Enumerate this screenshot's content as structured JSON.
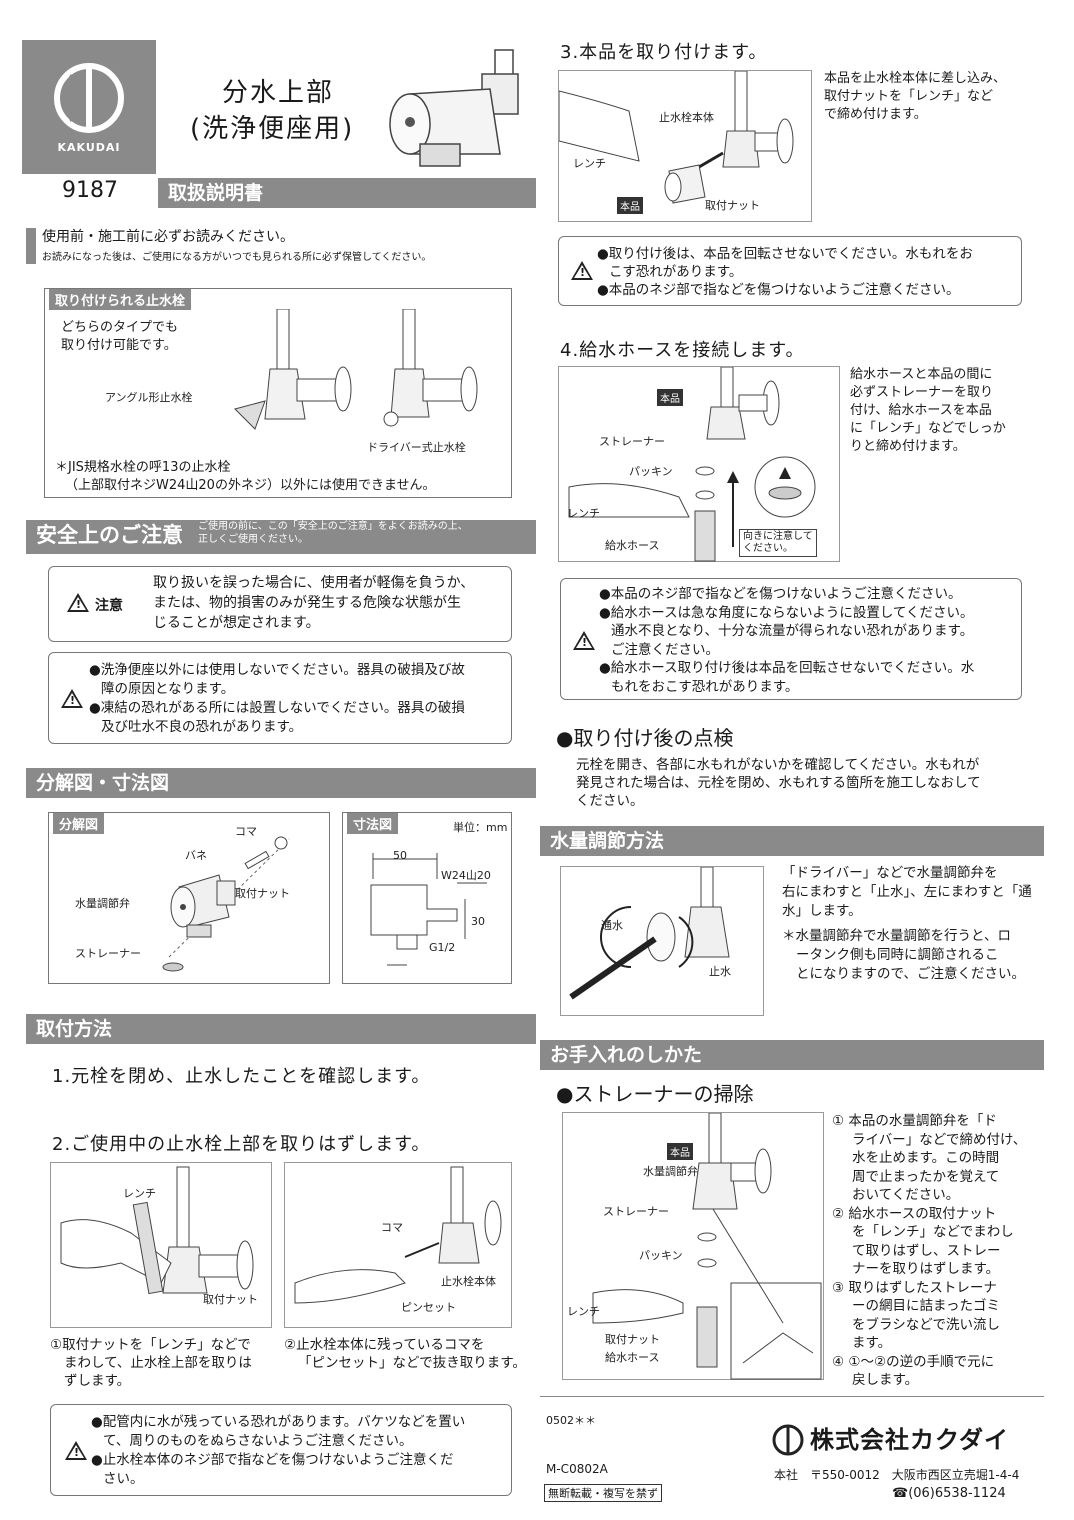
{
  "header": {
    "brand": "KAKUDAI",
    "title_line1": "分水上部",
    "title_line2": "(洗浄便座用)",
    "model": "9187",
    "manual_title": "取扱説明書"
  },
  "intro": {
    "line1": "使用前・施工前に必ずお読みください。",
    "line2": "お読みになった後は、ご使用になる方がいつでも見られる所に必ず保管してください。"
  },
  "compatible": {
    "tab": "取り付けられる止水栓",
    "text1": "どちらのタイプでも",
    "text2": "取り付け可能です。",
    "angle_label": "アングル形止水栓",
    "driver_label": "ドライバー式止水栓",
    "note1": "＊JIS規格水栓の呼13の止水栓",
    "note2": "（上部取付ネジW24山20の外ネジ）以外には使用できません。"
  },
  "safety": {
    "title": "安全上のご注意",
    "note1": "ご使用の前に、この「安全上のご注意」をよくお読みの上、",
    "note2": "正しくご使用ください。",
    "caution_label": "注意",
    "caution_text1": "取り扱いを誤った場合に、使用者が軽傷を負うか、",
    "caution_text2": "または、物的損害のみが発生する危険な状態が生",
    "caution_text3": "じることが想定されます。",
    "w1": "●洗浄便座以外には使用しないでください。器具の破損及び故",
    "w2": "障の原因となります。",
    "w3": "●凍結の恐れがある所には設置しないでください。器具の破損",
    "w4": "及び吐水不良の恐れがあります。"
  },
  "exploded": {
    "title": "分解図・寸法図",
    "tab1": "分解図",
    "koma": "コマ",
    "bane": "バネ",
    "nut": "取付ナット",
    "valve": "水量調節弁",
    "strainer": "ストレーナー",
    "tab2": "寸法図",
    "unit": "単位：mm",
    "d50": "50",
    "thread": "W24山20",
    "d30": "30",
    "g12": "G1/2"
  },
  "install": {
    "title": "取付方法",
    "step1": "1.元栓を閉め、止水したことを確認します。",
    "step2": "2.ご使用中の止水栓上部を取りはずします。",
    "wrench": "レンチ",
    "nut": "取付ナット",
    "koma": "コマ",
    "body": "止水栓本体",
    "tweezers": "ピンセット",
    "c1a": "①取付ナットを「レンチ」などで",
    "c1b": "まわして、止水栓上部を取りは",
    "c1c": "ずします。",
    "c2a": "②止水栓本体に残っているコマを",
    "c2b": "「ピンセット」などで抜き取ります。",
    "w1": "●配管内に水が残っている恐れがあります。バケツなどを置い",
    "w2": "て、周りのものをぬらさないようご注意ください。",
    "w3": "●止水栓本体のネジ部で指などを傷つけないようご注意くだ",
    "w4": "さい。"
  },
  "step3": {
    "title": "3.本品を取り付けます。",
    "body": "止水栓本体",
    "wrench": "レンチ",
    "product": "本品",
    "nut": "取付ナット",
    "t1": "本品を止水栓本体に差し込み、",
    "t2": "取付ナットを「レンチ」など",
    "t3": "で締め付けます。",
    "w1": "●取り付け後は、本品を回転させないでください。水もれをお",
    "w2": "こす恐れがあります。",
    "w3": "●本品のネジ部で指などを傷つけないようご注意ください。"
  },
  "step4": {
    "title": "4.給水ホースを接続します。",
    "product": "本品",
    "strainer": "ストレーナー",
    "packing": "パッキン",
    "wrench": "レンチ",
    "hose": "給水ホース",
    "dir1": "向きに注意して",
    "dir2": "ください。",
    "t1": "給水ホースと本品の間に",
    "t2": "必ずストレーナーを取り",
    "t3": "付け、給水ホースを本品",
    "t4": "に「レンチ」などでしっか",
    "t5": "りと締め付けます。",
    "w1": "●本品のネジ部で指などを傷つけないようご注意ください。",
    "w2": "●給水ホースは急な角度にならないように設置してください。",
    "w3": "通水不良となり、十分な流量が得られない恐れがあります。",
    "w4": "ご注意ください。",
    "w5": "●給水ホース取り付け後は本品を回転させないでください。水",
    "w6": "もれをおこす恐れがあります。"
  },
  "check": {
    "title": "●取り付け後の点検",
    "t1": "元栓を開き、各部に水もれがないかを確認してください。水もれが",
    "t2": "発見された場合は、元栓を閉め、水もれする箇所を施工しなおして",
    "t3": "ください。"
  },
  "flow": {
    "title": "水量調節方法",
    "open": "通水",
    "close": "止水",
    "t1": "「ドライバー」などで水量調節弁を",
    "t2": "右にまわすと「止水」、左にまわすと「通",
    "t3": "水」します。",
    "n1": "＊水量調節弁で水量調節を行うと、ロ",
    "n2": "ータンク側も同時に調節されるこ",
    "n3": "とになりますので、ご注意ください。"
  },
  "care": {
    "title": "お手入れのしかた",
    "sub": "●ストレーナーの掃除",
    "product": "本品",
    "valve": "水量調節弁",
    "strainer": "ストレーナー",
    "packing": "パッキン",
    "wrench": "レンチ",
    "nut": "取付ナット",
    "hose": "給水ホース",
    "s1a": "① 本品の水量調節弁を「ド",
    "s1b": "ライバー」などで締め付け、",
    "s1c": "水を止めます。この時間",
    "s1d": "周で止まったかを覚えて",
    "s1e": "おいてください。",
    "s2a": "② 給水ホースの取付ナット",
    "s2b": "を「レンチ」などでまわし",
    "s2c": "て取りはずし、ストレー",
    "s2d": "ナーを取りはずします。",
    "s3a": "③ 取りはずしたストレーナ",
    "s3b": "ーの網目に詰まったゴミ",
    "s3c": "をブラシなどで洗い流し",
    "s3d": "ます。",
    "s4a": "④ ①〜②の逆の手順で元に",
    "s4b": "戻します。"
  },
  "footer": {
    "code1": "0502＊＊",
    "code2": "M-C0802A",
    "no_copy": "無断転載・複写を禁ず",
    "company": "株式会社カクダイ",
    "address": "本社　〒550-0012　大阪市西区立売堀1-4-4",
    "tel": "☎(06)6538-1124"
  }
}
